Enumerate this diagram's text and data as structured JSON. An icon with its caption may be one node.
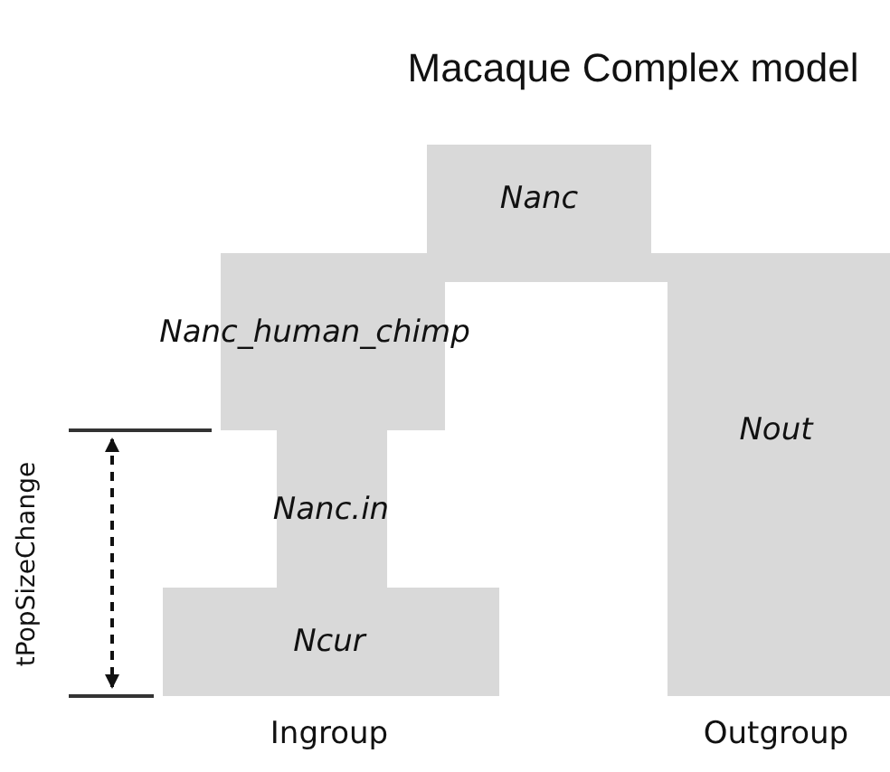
{
  "diagram": {
    "title": "Macaque Complex model",
    "nodes": [
      {
        "text": [
          "Nanc"
        ]
      },
      {
        "text": [],
        "shape": "bar"
      },
      {
        "text": [
          "Nanc_human_chimp"
        ]
      },
      {
        "text": [
          "Nout"
        ],
        "beside": [
          "Outgroup"
        ]
      },
      {
        "text": [
          "Nanc.in"
        ]
      },
      {
        "text": [
          "Ncur"
        ],
        "beside": [
          "Ingroup"
        ]
      }
    ],
    "labels": [
      "tPopSizeChange"
    ]
  }
}
